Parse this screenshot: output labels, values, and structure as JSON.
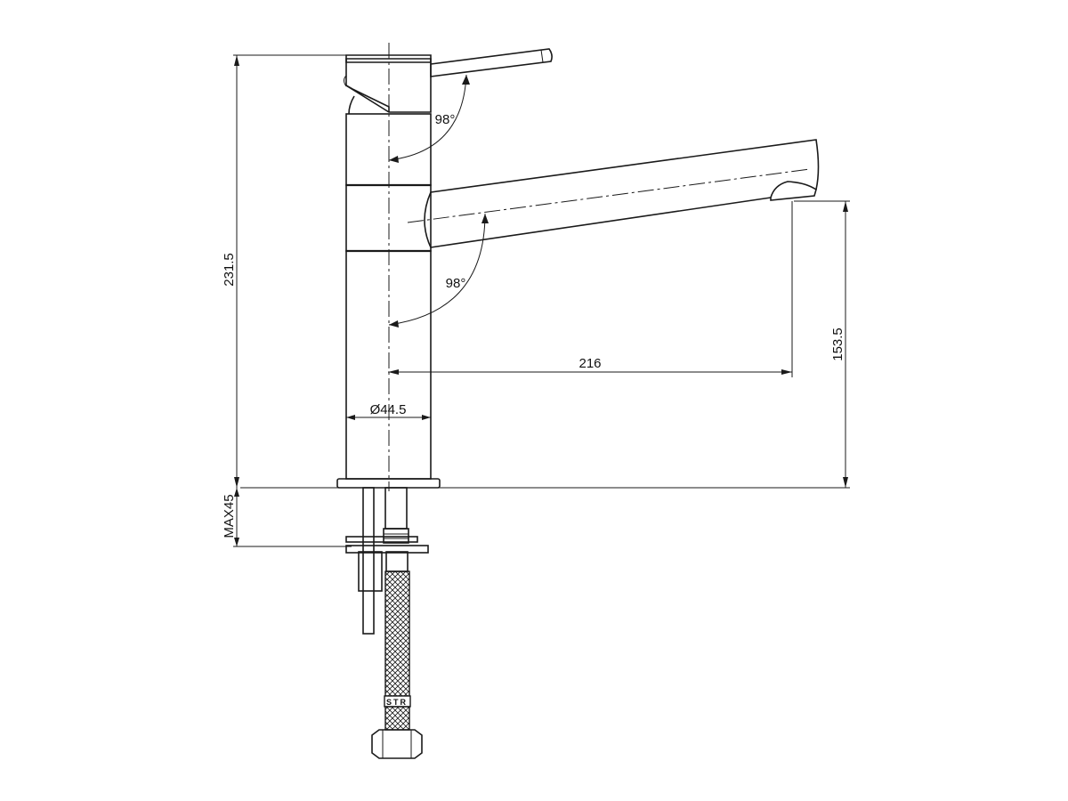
{
  "drawing": {
    "subject": "single lever kitchen mixer tap – side elevation",
    "dimensions": {
      "overall_height": "231.5",
      "spout_height": "153.5",
      "spout_reach": "216",
      "body_diameter": "Ø44.5",
      "max_deck_thickness": "MAX45",
      "lever_angle": "98°",
      "spout_swivel_angle": "98°"
    },
    "hose_marking": "STR",
    "colors": {
      "line": "#1a1a1a",
      "background": "#ffffff"
    }
  }
}
